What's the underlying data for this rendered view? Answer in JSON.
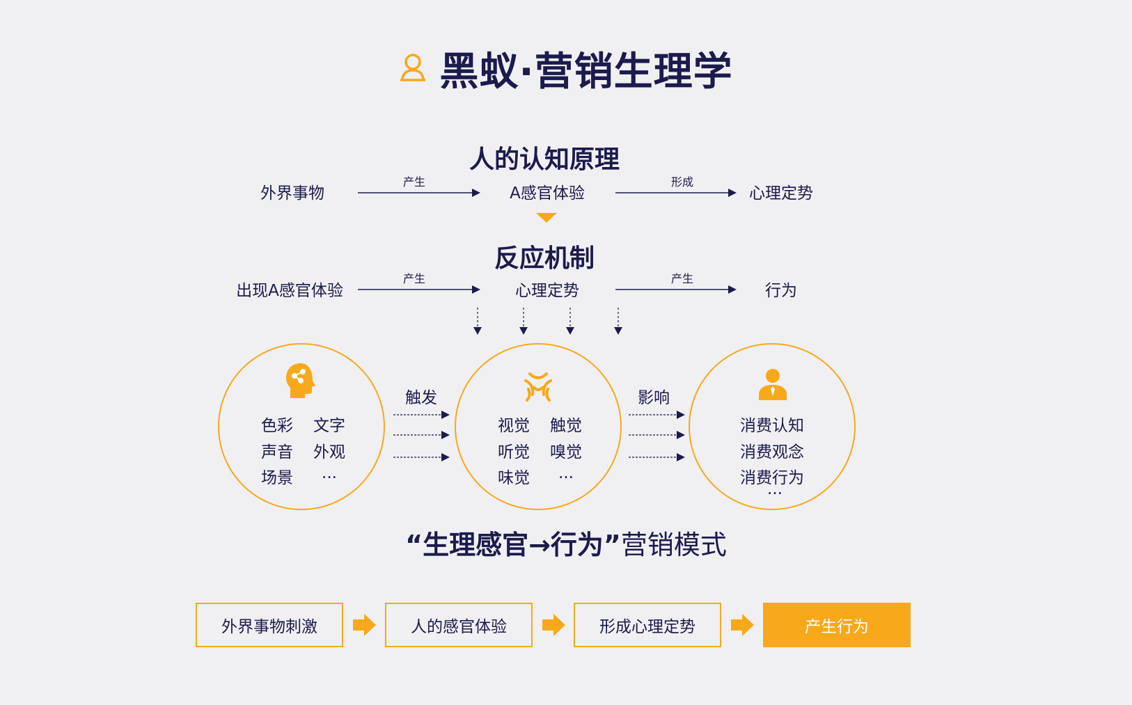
{
  "title": "黑蚁·营销生理学",
  "cognition": {
    "heading": "人的认知原理",
    "nodes": [
      "外界事物",
      "A感官体验",
      "心理定势"
    ],
    "arrows": [
      "产生",
      "形成"
    ]
  },
  "reaction": {
    "heading": "反应机制",
    "nodes": [
      "出现A感官体验",
      "心理定势",
      "行为"
    ],
    "arrows": [
      "产生",
      "产生"
    ]
  },
  "circles": [
    {
      "icon": "head-brain-icon",
      "items": [
        "色彩",
        "文字",
        "声音",
        "外观",
        "场景",
        "..."
      ]
    },
    {
      "icon": "senses-icon",
      "items": [
        "视觉",
        "触觉",
        "听觉",
        "嗅觉",
        "味觉",
        "..."
      ]
    },
    {
      "icon": "person-icon",
      "items": [
        "消费认知",
        "消费观念",
        "消费行为",
        "..."
      ]
    }
  ],
  "links": [
    "触发",
    "影响"
  ],
  "mode": {
    "bold": "“生理感官→行为”",
    "light": "营销模式"
  },
  "steps": [
    "外界事物刺激",
    "人的感官体验",
    "形成心理定势",
    "产生行为"
  ],
  "colors": {
    "accent": "#f7a81b",
    "navy": "#1b1b4d",
    "background": "#f0f0f2"
  }
}
